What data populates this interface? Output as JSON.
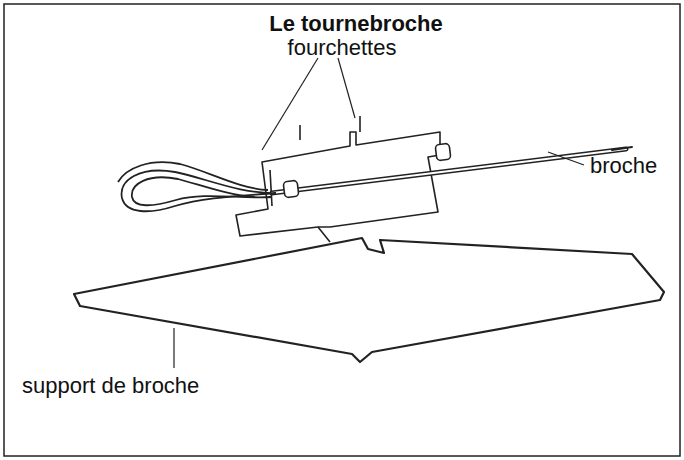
{
  "diagram": {
    "title": "Le tournebroche",
    "labels": [
      "fourchettes",
      "broche",
      "support de broche"
    ]
  }
}
